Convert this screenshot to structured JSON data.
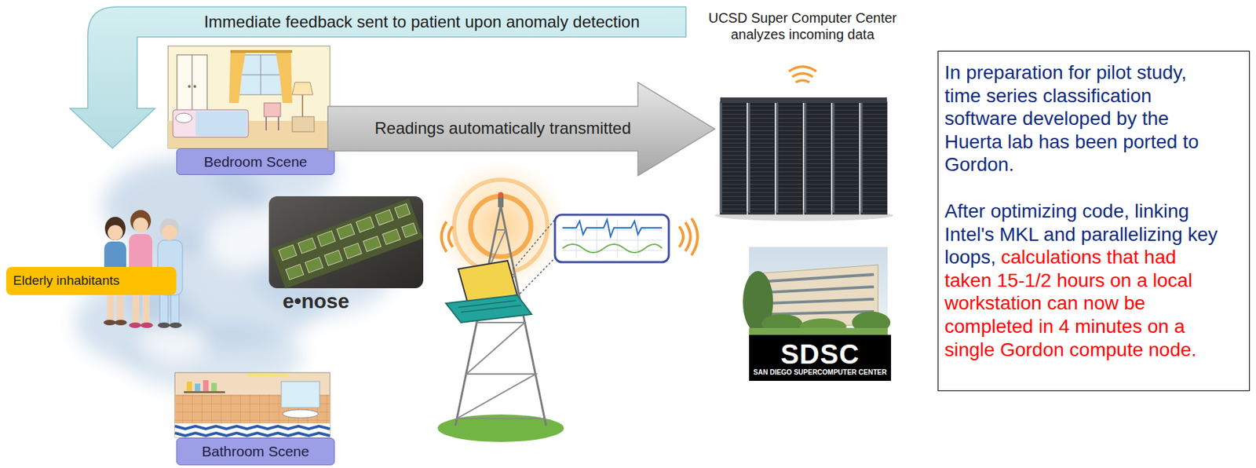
{
  "diagram": {
    "nodes": [
      {
        "text": [
          "Immediate feedback sent to patient upon anomaly detection"
        ]
      },
      {
        "text": [
          "Bedroom Scene"
        ]
      },
      {
        "text": [
          "Readings automatically transmitted"
        ]
      },
      {
        "text": [
          "In preparation for pilot study, time series classification software developed by the Huerta lab has been ported to Gordon.",
          "After optimizing code, linking Intel's MKL and parallelizing key loops,",
          "calculations that had taken 15-1/2 hours on a local workstation can now be completed in 4 minutes on a single Gordon compute node."
        ]
      },
      {
        "text": [
          "Elderly inhabitants"
        ]
      },
      {
        "text": [
          "SDSC",
          "SAN DIEGO SUPERCOMPUTER CENTER"
        ]
      },
      {
        "text": [
          "Bathroom Scene"
        ]
      }
    ],
    "labels": [
      "UCSD Super Computer Center analyzes incoming data",
      "e•nose"
    ]
  }
}
